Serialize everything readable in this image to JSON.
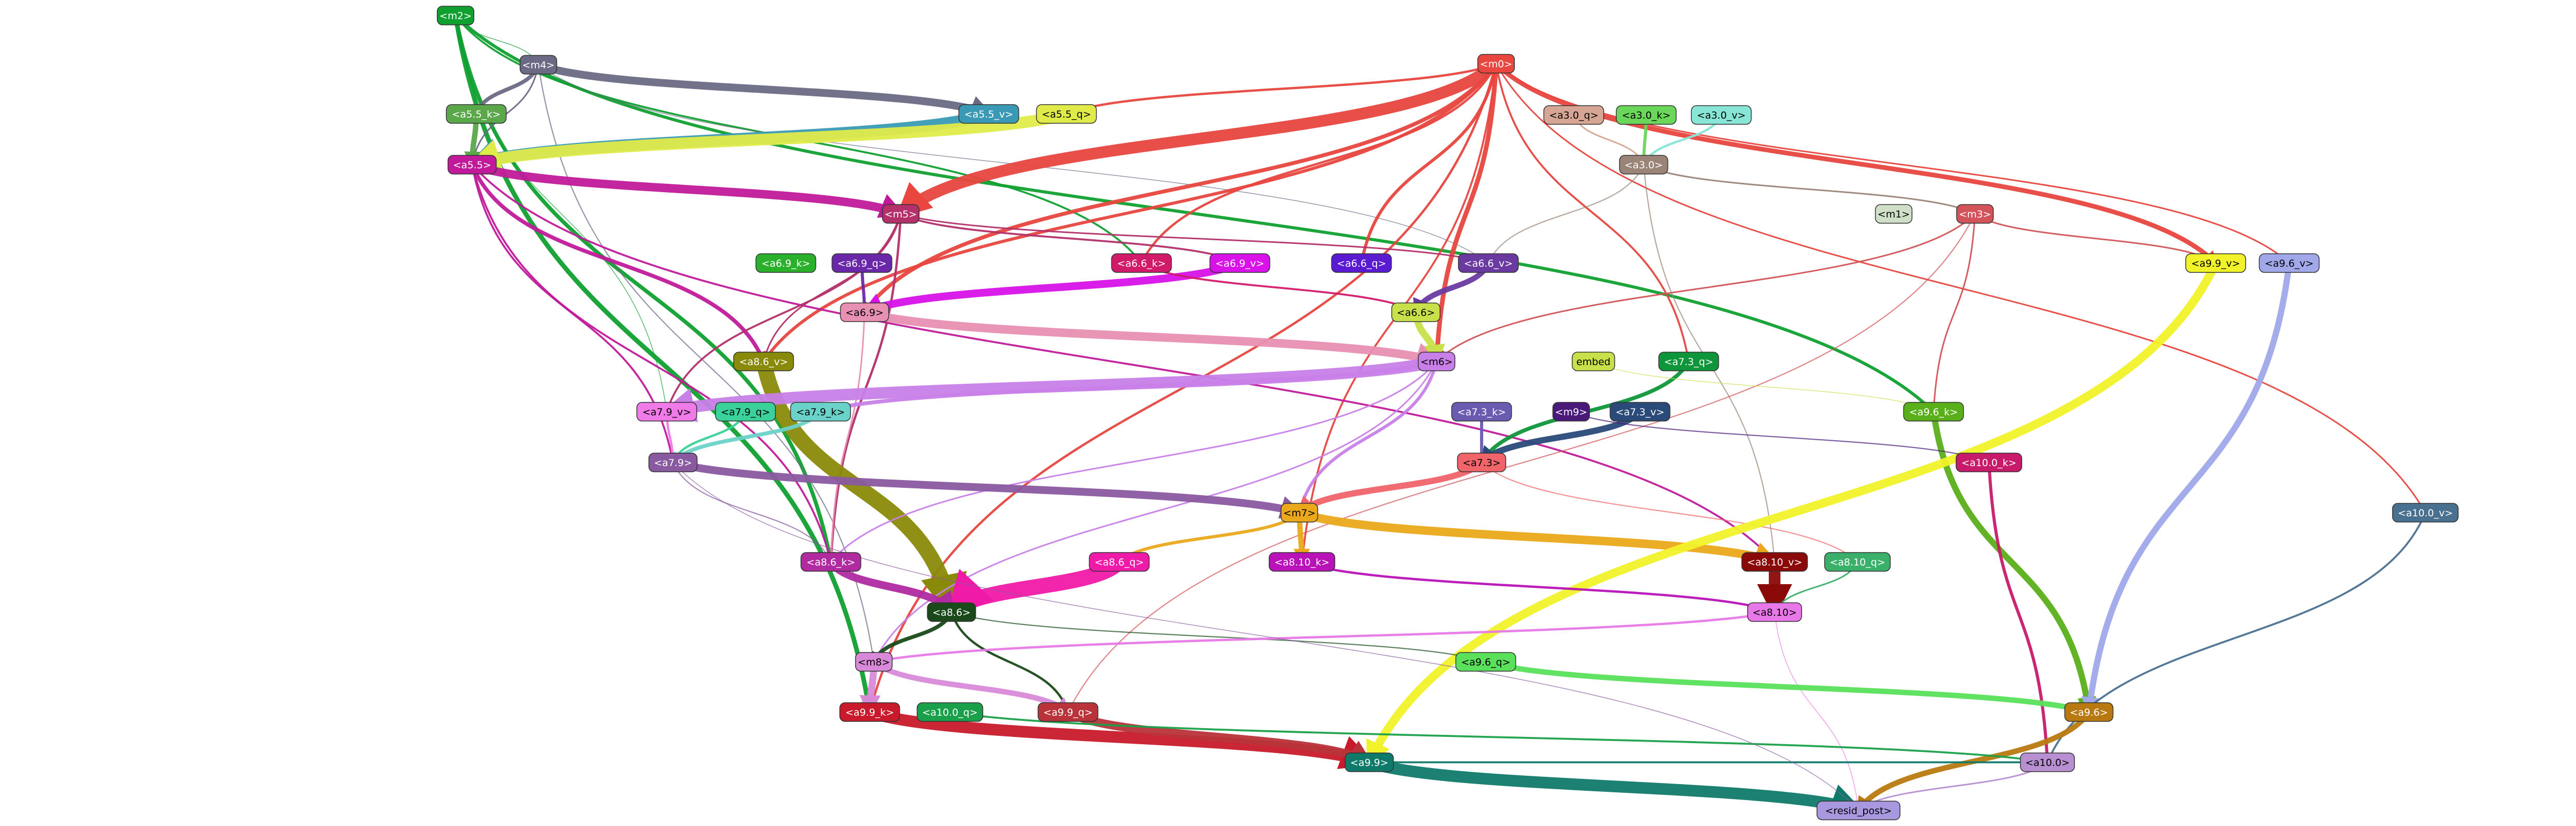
{
  "nodes": [
    {
      "id": "m2",
      "label": "<m2>",
      "color": "#10a030"
    },
    {
      "id": "m4",
      "label": "<m4>",
      "color": "#6a6a85"
    },
    {
      "id": "m0",
      "label": "<m0>",
      "color": "#e8463f"
    },
    {
      "id": "a5_5_k",
      "label": "<a5.5_k>",
      "color": "#5aa84a"
    },
    {
      "id": "a5_5_v",
      "label": "<a5.5_v>",
      "color": "#3a9ab5"
    },
    {
      "id": "a5_5_q",
      "label": "<a5.5_q>",
      "color": "#e0eb4a"
    },
    {
      "id": "a3_0_q",
      "label": "<a3.0_q>",
      "color": "#d6a593"
    },
    {
      "id": "a3_0_k",
      "label": "<a3.0_k>",
      "color": "#6ad65a"
    },
    {
      "id": "a3_0_v",
      "label": "<a3.0_v>",
      "color": "#88e6d6"
    },
    {
      "id": "a5_5",
      "label": "<a5.5>",
      "color": "#c01a9a"
    },
    {
      "id": "a3_0",
      "label": "<a3.0>",
      "color": "#9a8478"
    },
    {
      "id": "m5",
      "label": "<m5>",
      "color": "#b3306a"
    },
    {
      "id": "m1",
      "label": "<m1>",
      "color": "#cfdfc8"
    },
    {
      "id": "m3",
      "label": "<m3>",
      "color": "#d2545a"
    },
    {
      "id": "a6_9_k",
      "label": "<a6.9_k>",
      "color": "#2ab02a"
    },
    {
      "id": "a6_9_q",
      "label": "<a6.9_q>",
      "color": "#6a28a8"
    },
    {
      "id": "a6_6_k",
      "label": "<a6.6_k>",
      "color": "#d21a6a"
    },
    {
      "id": "a6_9_v",
      "label": "<a6.9_v>",
      "color": "#d812e8"
    },
    {
      "id": "a6_6_q",
      "label": "<a6.6_q>",
      "color": "#5a1ad2"
    },
    {
      "id": "a6_6_v",
      "label": "<a6.6_v>",
      "color": "#6a3aa0"
    },
    {
      "id": "a9_9_v",
      "label": "<a9.9_v>",
      "color": "#f2f22a"
    },
    {
      "id": "a9_6_v",
      "label": "<a9.6_v>",
      "color": "#a0a8ea"
    },
    {
      "id": "a6_9",
      "label": "<a6.9>",
      "color": "#e890b2"
    },
    {
      "id": "a6_6",
      "label": "<a6.6>",
      "color": "#c8e04a"
    },
    {
      "id": "a8_6_v",
      "label": "<a8.6_v>",
      "color": "#8a8a0a"
    },
    {
      "id": "m6",
      "label": "<m6>",
      "color": "#c880e8"
    },
    {
      "id": "embed",
      "label": "embed",
      "color": "#c8e04a"
    },
    {
      "id": "a7_3_q",
      "label": "<a7.3_q>",
      "color": "#10963a"
    },
    {
      "id": "a7_9_v",
      "label": "<a7.9_v>",
      "color": "#f07ae8"
    },
    {
      "id": "a7_9_q",
      "label": "<a7.9_q>",
      "color": "#3ad29a"
    },
    {
      "id": "a7_9_k",
      "label": "<a7.9_k>",
      "color": "#6ad2c8"
    },
    {
      "id": "a7_3_k",
      "label": "<a7.3_k>",
      "color": "#6a5ab0"
    },
    {
      "id": "m9",
      "label": "<m9>",
      "color": "#4a1a7a"
    },
    {
      "id": "a7_3_v",
      "label": "<a7.3_v>",
      "color": "#2a4a7a"
    },
    {
      "id": "a9_6_k",
      "label": "<a9.6_k>",
      "color": "#5ab01a"
    },
    {
      "id": "a7_9",
      "label": "<a7.9>",
      "color": "#8a5aa0"
    },
    {
      "id": "a7_3",
      "label": "<a7.3>",
      "color": "#f0646a"
    },
    {
      "id": "a10_0_k",
      "label": "<a10.0_k>",
      "color": "#c81a6a"
    },
    {
      "id": "m7",
      "label": "<m7>",
      "color": "#eaa81a"
    },
    {
      "id": "a10_0_v",
      "label": "<a10.0_v>",
      "color": "#4a7090"
    },
    {
      "id": "a8_6_k",
      "label": "<a8.6_k>",
      "color": "#b02aa0"
    },
    {
      "id": "a8_6_q",
      "label": "<a8.6_q>",
      "color": "#f01aa8"
    },
    {
      "id": "a8_10_k",
      "label": "<a8.10_k>",
      "color": "#b812b8"
    },
    {
      "id": "a8_10_v",
      "label": "<a8.10_v>",
      "color": "#8a0a0a"
    },
    {
      "id": "a8_10_q",
      "label": "<a8.10_q>",
      "color": "#3ab06a"
    },
    {
      "id": "a8_6",
      "label": "<a8.6>",
      "color": "#1a4a1a"
    },
    {
      "id": "a8_10",
      "label": "<a8.10>",
      "color": "#e878e8"
    },
    {
      "id": "a9_6_q",
      "label": "<a9.6_q>",
      "color": "#5ae05a"
    },
    {
      "id": "m8",
      "label": "<m8>",
      "color": "#d88ad8"
    },
    {
      "id": "a9_9_k",
      "label": "<a9.9_k>",
      "color": "#c81a2a"
    },
    {
      "id": "a10_0_q",
      "label": "<a10.0_q>",
      "color": "#1aa04a"
    },
    {
      "id": "a9_9_q",
      "label": "<a9.9_q>",
      "color": "#b8343a"
    },
    {
      "id": "a9_6",
      "label": "<a9.6>",
      "color": "#b87a10"
    },
    {
      "id": "a9_9",
      "label": "<a9.9>",
      "color": "#107a6a"
    },
    {
      "id": "a10_0",
      "label": "<a10.0>",
      "color": "#b890d2"
    },
    {
      "id": "resid_post",
      "label": "<resid_post>",
      "color": "#a898e0"
    }
  ],
  "edges": [
    {
      "from": "m2",
      "to": "a9_9_k",
      "color": "#10a030",
      "weight": 12
    },
    {
      "from": "m2",
      "to": "a9_6_k",
      "color": "#10a030",
      "weight": 8
    },
    {
      "from": "m2",
      "to": "a5_5_k",
      "color": "#10a030",
      "weight": 2
    },
    {
      "from": "m2",
      "to": "m4",
      "color": "#10a030",
      "weight": 2
    },
    {
      "from": "m2",
      "to": "a6_6_k",
      "color": "#10a030",
      "weight": 5
    },
    {
      "from": "m2",
      "to": "a8_6_k",
      "color": "#10a030",
      "weight": 10
    },
    {
      "from": "m2",
      "to": "a7_9_v",
      "color": "#10a030",
      "weight": 2
    },
    {
      "from": "m4",
      "to": "a5_5_v",
      "color": "#6a6a85",
      "weight": 20
    },
    {
      "from": "m4",
      "to": "a5_5_k",
      "color": "#6a6a85",
      "weight": 10
    },
    {
      "from": "m4",
      "to": "a5_5",
      "color": "#6a6a85",
      "weight": 4
    },
    {
      "from": "m4",
      "to": "m8",
      "color": "#6a6a85",
      "weight": 3
    },
    {
      "from": "m4",
      "to": "a6_6_v",
      "color": "#6a6a85",
      "weight": 2
    },
    {
      "from": "m0",
      "to": "a5_5_q",
      "color": "#e8463f",
      "weight": 6
    },
    {
      "from": "m0",
      "to": "m5",
      "color": "#e8463f",
      "weight": 30
    },
    {
      "from": "m0",
      "to": "m6",
      "color": "#e8463f",
      "weight": 12
    },
    {
      "from": "m0",
      "to": "a9_9_v",
      "color": "#e8463f",
      "weight": 12
    },
    {
      "from": "m0",
      "to": "a9_6_v",
      "color": "#e8463f",
      "weight": 4
    },
    {
      "from": "m0",
      "to": "a6_6_q",
      "color": "#e8463f",
      "weight": 8
    },
    {
      "from": "m0",
      "to": "a6_6_k",
      "color": "#e8463f",
      "weight": 6
    },
    {
      "from": "m0",
      "to": "a6_9",
      "color": "#e8463f",
      "weight": 10
    },
    {
      "from": "m0",
      "to": "a7_3_q",
      "color": "#e8463f",
      "weight": 5
    },
    {
      "from": "m0",
      "to": "a10_0_v",
      "color": "#e8463f",
      "weight": 4
    },
    {
      "from": "m0",
      "to": "a8_10_k",
      "color": "#e8463f",
      "weight": 5
    },
    {
      "from": "m0",
      "to": "a9_9_k",
      "color": "#e8463f",
      "weight": 6
    },
    {
      "from": "m0",
      "to": "a8_6_v",
      "color": "#e8463f",
      "weight": 8
    },
    {
      "from": "a5_5_v",
      "to": "a5_5",
      "color": "#3a9ab5",
      "weight": 30
    },
    {
      "from": "a5_5_q",
      "to": "a5_5",
      "color": "#e0eb4a",
      "weight": 30
    },
    {
      "from": "a5_5_k",
      "to": "a5_5",
      "color": "#5aa84a",
      "weight": 14
    },
    {
      "from": "a5_5",
      "to": "m5",
      "color": "#c01a9a",
      "weight": 22
    },
    {
      "from": "a5_5",
      "to": "a8_6_v",
      "color": "#c01a9a",
      "weight": 10
    },
    {
      "from": "a5_5",
      "to": "a8_6_k",
      "color": "#c01a9a",
      "weight": 5
    },
    {
      "from": "a5_5",
      "to": "a7_9",
      "color": "#c01a9a",
      "weight": 5
    },
    {
      "from": "a5_5",
      "to": "a8_10_v",
      "color": "#c01a9a",
      "weight": 5
    },
    {
      "from": "a3_0_q",
      "to": "a3_0",
      "color": "#d6a593",
      "weight": 4
    },
    {
      "from": "a3_0_k",
      "to": "a3_0",
      "color": "#6ad65a",
      "weight": 8
    },
    {
      "from": "a3_0_v",
      "to": "a3_0",
      "color": "#88e6d6",
      "weight": 6
    },
    {
      "from": "a3_0",
      "to": "m3",
      "color": "#9a8478",
      "weight": 4
    },
    {
      "from": "a3_0",
      "to": "a6_6_v",
      "color": "#9a8478",
      "weight": 3
    },
    {
      "from": "a3_0",
      "to": "a8_10_v",
      "color": "#9a8478",
      "weight": 3
    },
    {
      "from": "m5",
      "to": "a6_9_v",
      "color": "#b3306a",
      "weight": 5
    },
    {
      "from": "m5",
      "to": "a6_6_v",
      "color": "#b3306a",
      "weight": 4
    },
    {
      "from": "m5",
      "to": "a8_6_k",
      "color": "#b3306a",
      "weight": 6
    },
    {
      "from": "m5",
      "to": "a7_9_v",
      "color": "#b3306a",
      "weight": 5
    },
    {
      "from": "m5",
      "to": "a8_6_v",
      "color": "#b3306a",
      "weight": 4
    },
    {
      "from": "m3",
      "to": "a9_6_k",
      "color": "#d2545a",
      "weight": 4
    },
    {
      "from": "m3",
      "to": "m6",
      "color": "#d2545a",
      "weight": 4
    },
    {
      "from": "m3",
      "to": "a9_9_v",
      "color": "#d2545a",
      "weight": 4
    },
    {
      "from": "m3",
      "to": "a9_9_q",
      "color": "#d2545a",
      "weight": 3
    },
    {
      "from": "a6_9_q",
      "to": "a6_9",
      "color": "#6a28a8",
      "weight": 8
    },
    {
      "from": "a6_9_v",
      "to": "a6_9",
      "color": "#d812e8",
      "weight": 20
    },
    {
      "from": "a6_6_v",
      "to": "a6_6",
      "color": "#6a3aa0",
      "weight": 14
    },
    {
      "from": "a6_6_k",
      "to": "a6_6",
      "color": "#d21a6a",
      "weight": 5
    },
    {
      "from": "a6_9",
      "to": "m6",
      "color": "#e890b2",
      "weight": 22
    },
    {
      "from": "a6_9",
      "to": "a8_6_k",
      "color": "#e890b2",
      "weight": 4
    },
    {
      "from": "a6_6",
      "to": "m6",
      "color": "#c8e04a",
      "weight": 18
    },
    {
      "from": "a8_6_v",
      "to": "a8_6",
      "color": "#8a8a0a",
      "weight": 40
    },
    {
      "from": "m6",
      "to": "a7_9_v",
      "color": "#c880e8",
      "weight": 30
    },
    {
      "from": "m6",
      "to": "a7_9_k",
      "color": "#c880e8",
      "weight": 10
    },
    {
      "from": "m6",
      "to": "m7",
      "color": "#c880e8",
      "weight": 8
    },
    {
      "from": "m6",
      "to": "a8_6_k",
      "color": "#c880e8",
      "weight": 4
    },
    {
      "from": "m6",
      "to": "m8",
      "color": "#c880e8",
      "weight": 4
    },
    {
      "from": "a7_3_q",
      "to": "a7_3",
      "color": "#10963a",
      "weight": 10
    },
    {
      "from": "a7_3_v",
      "to": "a7_3",
      "color": "#2a4a7a",
      "weight": 16
    },
    {
      "from": "a7_3_k",
      "to": "a7_3",
      "color": "#6a5ab0",
      "weight": 8
    },
    {
      "from": "a7_9",
      "to": "m7",
      "color": "#8a5aa0",
      "weight": 20
    },
    {
      "from": "a7_9",
      "to": "a8_6_k",
      "color": "#8a5aa0",
      "weight": 3
    },
    {
      "from": "a7_3",
      "to": "m7",
      "color": "#f0646a",
      "weight": 16
    },
    {
      "from": "a7_3",
      "to": "a8_10_q",
      "color": "#f0646a",
      "weight": 3
    },
    {
      "from": "m7",
      "to": "a8_10_v",
      "color": "#eaa81a",
      "weight": 22
    },
    {
      "from": "m7",
      "to": "a8_10_k",
      "color": "#eaa81a",
      "weight": 14
    },
    {
      "from": "m7",
      "to": "a8_6_q",
      "color": "#eaa81a",
      "weight": 8
    },
    {
      "from": "a9_6_k",
      "to": "a9_6",
      "color": "#5ab01a",
      "weight": 16
    },
    {
      "from": "a9_6_v",
      "to": "a9_6",
      "color": "#a0a8ea",
      "weight": 16
    },
    {
      "from": "a9_9_v",
      "to": "a9_9",
      "color": "#f2f22a",
      "weight": 22
    },
    {
      "from": "a10_0_k",
      "to": "a10_0",
      "color": "#c81a6a",
      "weight": 8
    },
    {
      "from": "a10_0_v",
      "to": "a10_0",
      "color": "#4a7090",
      "weight": 5
    },
    {
      "from": "a8_6_q",
      "to": "a8_6",
      "color": "#f01aa8",
      "weight": 40
    },
    {
      "from": "a8_6_k",
      "to": "a8_6",
      "color": "#b02aa0",
      "weight": 20
    },
    {
      "from": "a8_10_v",
      "to": "a8_10",
      "color": "#8a0a0a",
      "weight": 30
    },
    {
      "from": "a8_10_k",
      "to": "a8_10",
      "color": "#b812b8",
      "weight": 6
    },
    {
      "from": "a8_10_q",
      "to": "a8_10",
      "color": "#3ab06a",
      "weight": 4
    },
    {
      "from": "a8_6",
      "to": "m8",
      "color": "#1a4a1a",
      "weight": 10
    },
    {
      "from": "a8_6",
      "to": "a9_9_q",
      "color": "#1a4a1a",
      "weight": 6
    },
    {
      "from": "a8_6",
      "to": "a9_6_q",
      "color": "#1a4a1a",
      "weight": 3
    },
    {
      "from": "a8_10",
      "to": "m8",
      "color": "#e878e8",
      "weight": 6
    },
    {
      "from": "a8_10",
      "to": "resid_post",
      "color": "#e878e8",
      "weight": 2
    },
    {
      "from": "m8",
      "to": "a9_9_k",
      "color": "#d88ad8",
      "weight": 18
    },
    {
      "from": "m8",
      "to": "a9_9_q",
      "color": "#d88ad8",
      "weight": 14
    },
    {
      "from": "a9_6_q",
      "to": "a9_6",
      "color": "#5ae05a",
      "weight": 14
    },
    {
      "from": "a9_9_k",
      "to": "a9_9",
      "color": "#c81a2a",
      "weight": 30
    },
    {
      "from": "a9_9_q",
      "to": "a9_9",
      "color": "#b8343a",
      "weight": 22
    },
    {
      "from": "a9_6",
      "to": "resid_post",
      "color": "#b87a10",
      "weight": 14
    },
    {
      "from": "a9_9",
      "to": "resid_post",
      "color": "#107a6a",
      "weight": 30
    },
    {
      "from": "a9_9",
      "to": "a10_0",
      "color": "#107a6a",
      "weight": 5
    },
    {
      "from": "a10_0_q",
      "to": "a10_0",
      "color": "#1aa04a",
      "weight": 5
    },
    {
      "from": "a10_0",
      "to": "resid_post",
      "color": "#b890d2",
      "weight": 4
    },
    {
      "from": "a7_9_v",
      "to": "a7_9",
      "color": "#f07ae8",
      "weight": 6
    },
    {
      "from": "a7_9_q",
      "to": "a7_9",
      "color": "#3ad29a",
      "weight": 6
    },
    {
      "from": "a7_9_k",
      "to": "a7_9",
      "color": "#6ad2c8",
      "weight": 10
    },
    {
      "from": "m9",
      "to": "a10_0_k",
      "color": "#4a1a7a",
      "weight": 3
    },
    {
      "from": "a7_9",
      "to": "resid_post",
      "color": "#8a5aa0",
      "weight": 2
    },
    {
      "from": "embed",
      "to": "a9_6_k",
      "color": "#c8e04a",
      "weight": 2
    }
  ]
}
